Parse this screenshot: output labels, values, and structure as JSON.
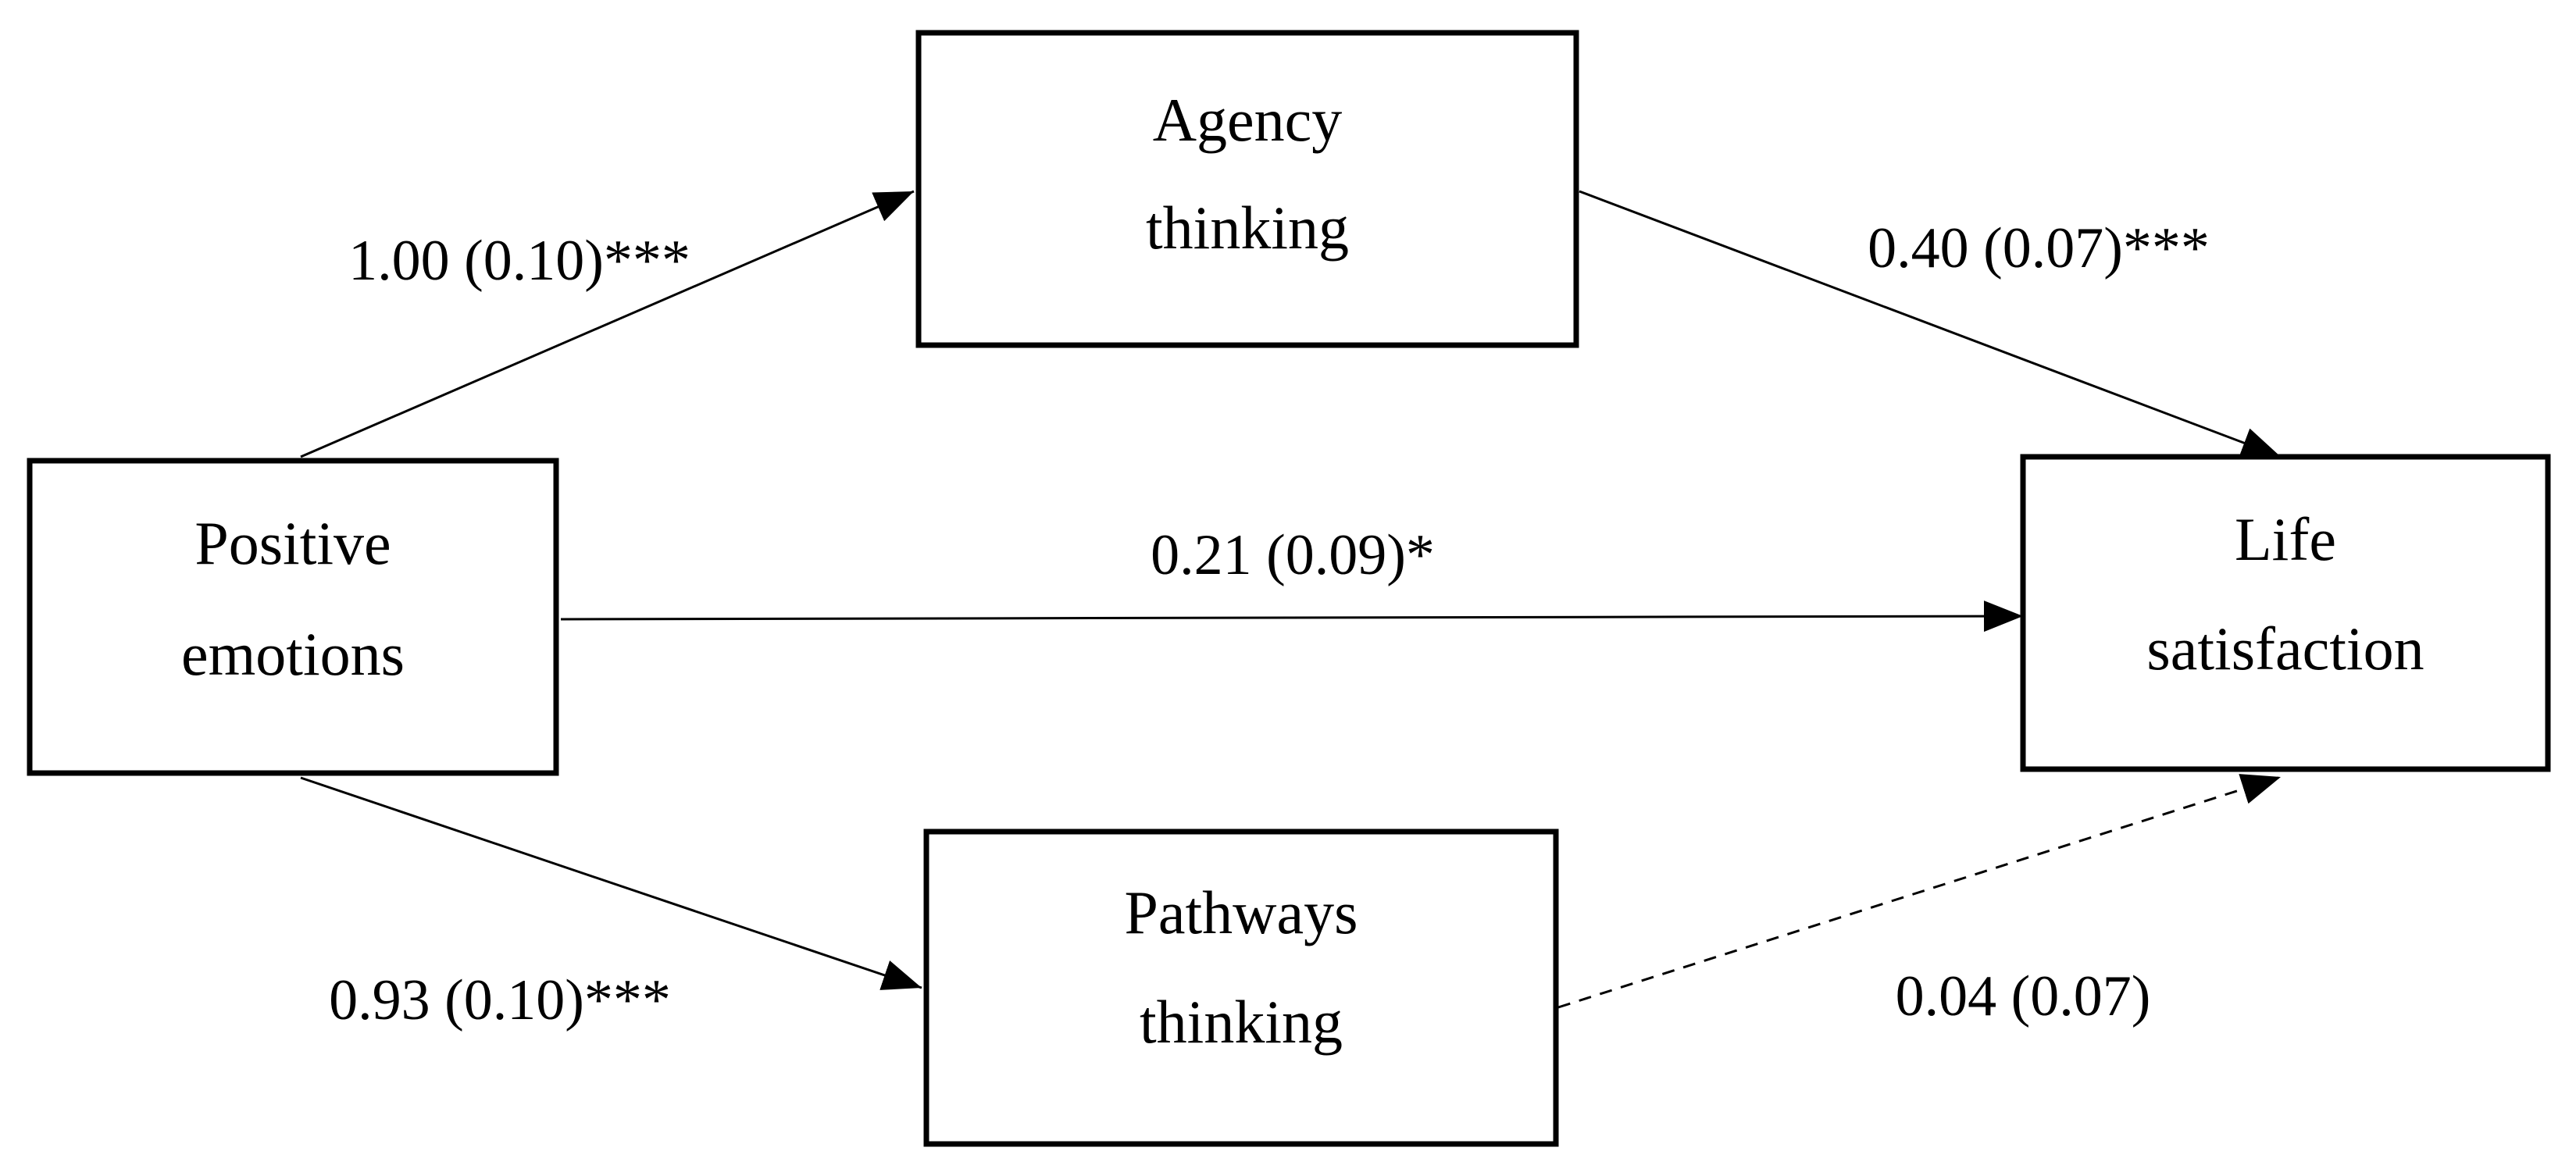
{
  "nodes": {
    "positive_emotions": {
      "line1": "Positive",
      "line2": "emotions"
    },
    "agency_thinking": {
      "line1": "Agency",
      "line2": "thinking"
    },
    "pathways_thinking": {
      "line1": "Pathways",
      "line2": "thinking"
    },
    "life_satisfaction": {
      "line1": "Life",
      "line2": "satisfaction"
    }
  },
  "edges": {
    "positive_to_agency": {
      "label": "1.00 (0.10)***",
      "style": "solid"
    },
    "agency_to_life": {
      "label": "0.40 (0.07)***",
      "style": "solid"
    },
    "positive_to_life": {
      "label": "0.21 (0.09)*",
      "style": "solid"
    },
    "positive_to_pathways": {
      "label": "0.93 (0.10)***",
      "style": "solid"
    },
    "pathways_to_life": {
      "label": "0.04 (0.07)",
      "style": "dashed"
    }
  },
  "colors": {
    "stroke": "#000000",
    "background": "#ffffff"
  }
}
